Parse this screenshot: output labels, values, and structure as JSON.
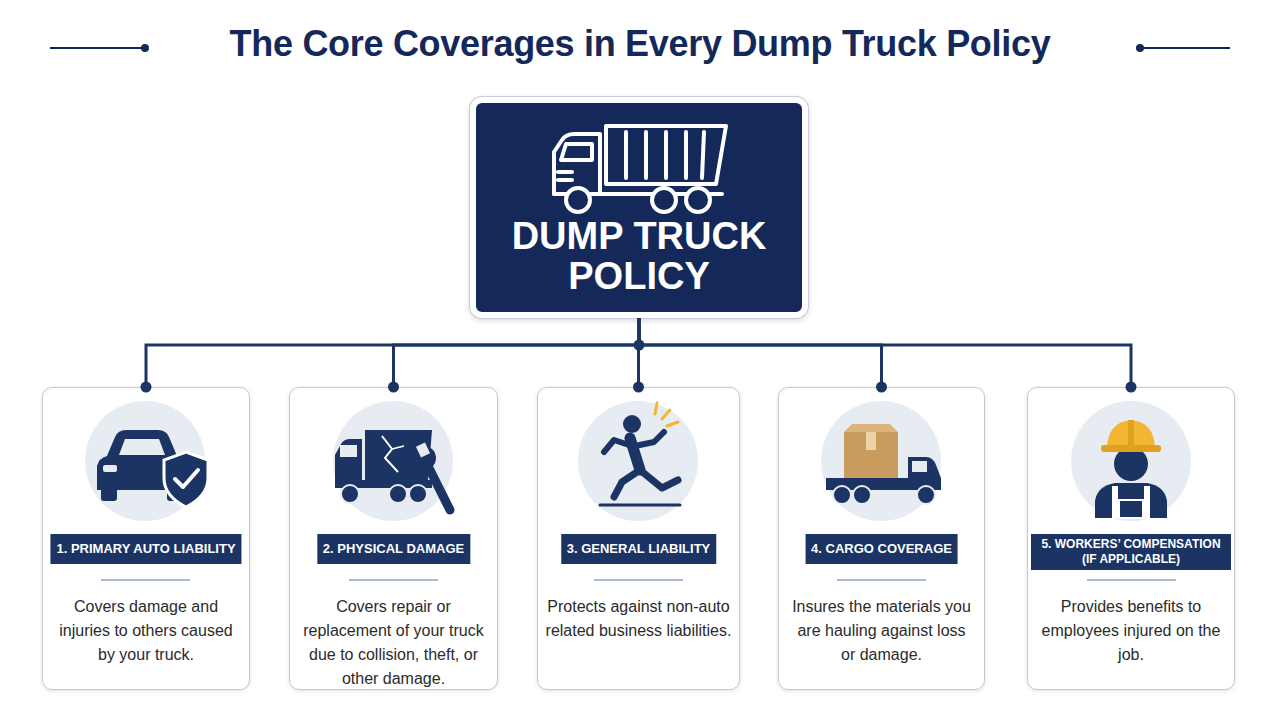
{
  "diagram": {
    "title": "The Core Coverages in Every Dump Truck Policy",
    "nodes": [
      {
        "text": [
          "DUMP TRUCK POLICY"
        ]
      },
      {
        "text": [
          "1. PRIMARY AUTO LIABILITY",
          "Covers damage and injuries to others caused by your truck."
        ]
      },
      {
        "text": [
          "2. PHYSICAL DAMAGE",
          "Covers repair or replacement of your truck due to collision, theft, or other damage."
        ]
      },
      {
        "text": [
          "3. GENERAL LIABILITY",
          "Protects against non-auto related business liabilities."
        ]
      },
      {
        "text": [
          "4. CARGO COVERAGE",
          "Insures the materials you are hauling against loss or damage."
        ]
      },
      {
        "text": [
          "5. WORKERS’ COMPENSATION (IF APPLICABLE)",
          "Provides benefits to employees injured on the job."
        ]
      }
    ],
    "edges": [
      {
        "from": 0,
        "to": 1,
        "arrow": "none"
      },
      {
        "from": 0,
        "to": 2,
        "arrow": "none"
      },
      {
        "from": 0,
        "to": 3,
        "arrow": "none"
      },
      {
        "from": 0,
        "to": 4,
        "arrow": "none"
      },
      {
        "from": 0,
        "to": 5,
        "arrow": "none"
      }
    ]
  }
}
